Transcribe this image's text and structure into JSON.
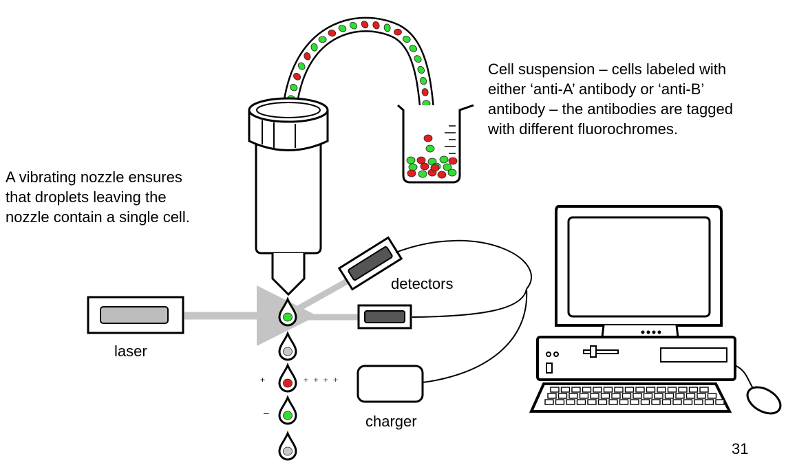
{
  "captions": {
    "suspension": "Cell suspension – cells labeled with\neither ‘anti-A’ antibody or ‘anti-B’\nantibody – the antibodies are tagged\nwith different fluorochromes.",
    "nozzle": "A vibrating nozzle ensures\nthat droplets leaving the\nnozzle contain a single cell."
  },
  "labels": {
    "laser": "laser",
    "detectors": "detectors",
    "charger": "charger",
    "plus_single": "+",
    "plus_row": "+ + + +",
    "minus": "–"
  },
  "page_number": "31",
  "colors": {
    "cell_green": "#33dd33",
    "cell_red": "#e02020",
    "cell_grey": "#c8c8c8",
    "beam_grey": "#c4c4c4",
    "detector_fill": "#555555",
    "laser_fill": "#bdbdbd"
  }
}
